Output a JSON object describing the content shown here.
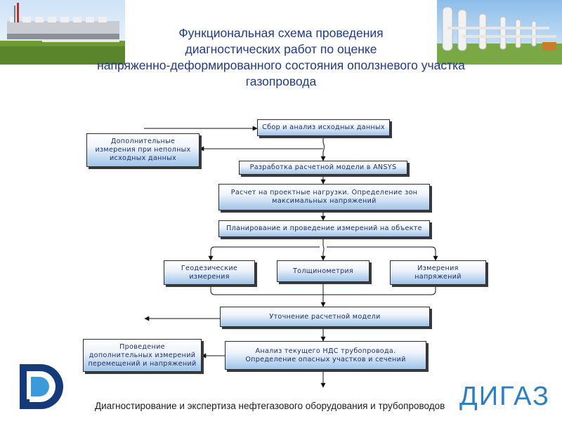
{
  "title": {
    "line1": "Функциональная схема проведения",
    "line2": "диагностических работ по оценке",
    "line3": "напряженно-деформированного состояния оползневого участка",
    "line4": "газопровода"
  },
  "boxes": {
    "collect": "Сбор и анализ исходных данных",
    "additional": "Дополнительные\nизмерения при неполных\nисходных данных",
    "model": "Разработка расчетной модели в ANSYS",
    "design_calc": "Расчет на проектные нагрузки. Определение зон\nмаксимальных напряжений",
    "planning": "Планирование и проведение измерений на объекте",
    "geodetic": "Геодезические\nизмерения",
    "thickness": "Толщинометрия",
    "stress": "Измерения\nнапряжений",
    "refine": "Уточнение расчетной модели",
    "extra_measure": "Проведение\nдополнительных измерений\nперемещений и напряжений",
    "analysis": "Анализ текущего НДС трубопровода.\nОпределение опасных участков и сечений"
  },
  "footer": {
    "brand": "ДИГАЗ",
    "tagline": "Диагностирование и экспертиза нефтегазового оборудования и трубопроводов"
  },
  "icons": {
    "logo": "digaz-logo-icon",
    "photo_left": "gas-compressor-station-photo",
    "photo_right": "gas-pipeline-facility-photo"
  },
  "colors": {
    "title": "#1f3a8a",
    "box_text": "#1c2f6b",
    "brand": "#2e7fc2",
    "logo_dark": "#143a7a",
    "logo_light": "#3b9ad9"
  }
}
